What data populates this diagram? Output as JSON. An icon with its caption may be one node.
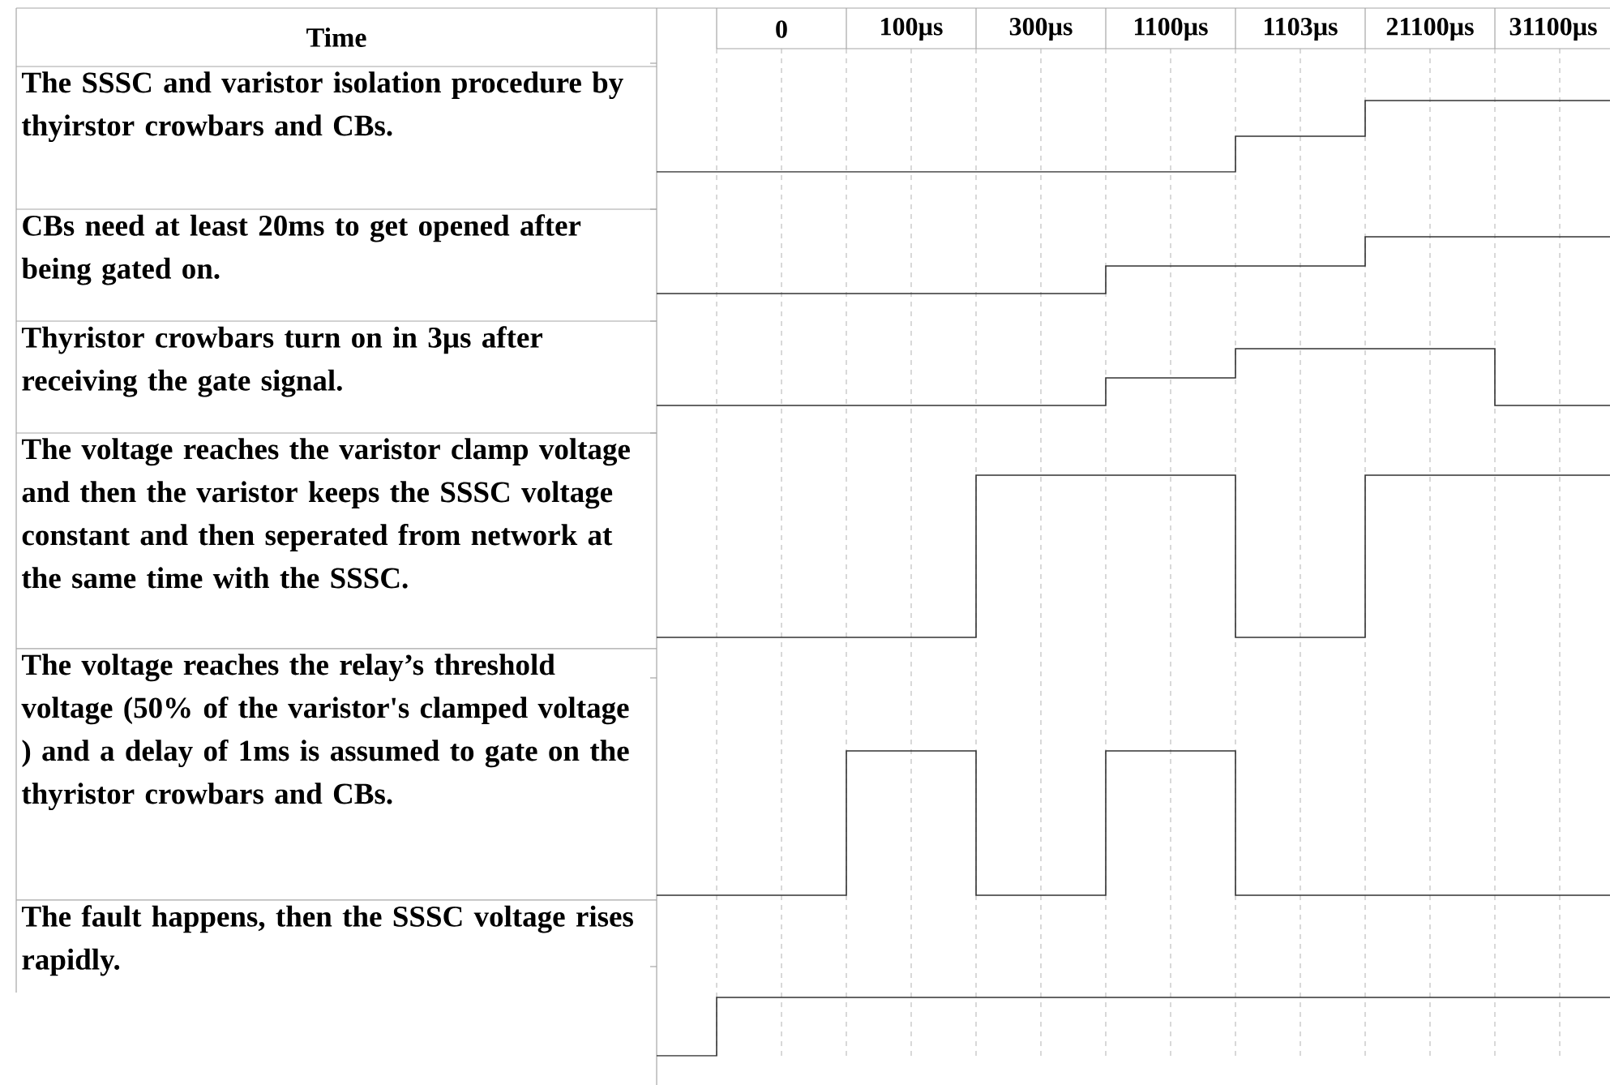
{
  "diagram": {
    "labels": [
      "Time",
      "0",
      "100µs",
      "300µs",
      "1100µs",
      "1103µs",
      "21100µs",
      "31100µs",
      "The SSSC and varistor isolation procedure by thyirstor crowbars and CBs.",
      "CBs need at least 20ms to get opened after being gated on.",
      "Thyristor crowbars turn on in 3µs after receiving the gate signal.",
      "The voltage reaches the varistor clamp voltage and then the varistor keeps the SSSC voltage constant and then seperated from network at the same time with the SSSC.",
      "The voltage reaches the relay’s threshold voltage (50% of the varistor's clamped voltage ) and a delay of 1ms is assumed to gate on the thyristor crowbars and CBs.",
      "The fault happens, then the SSSC voltage rises rapidly."
    ]
  }
}
